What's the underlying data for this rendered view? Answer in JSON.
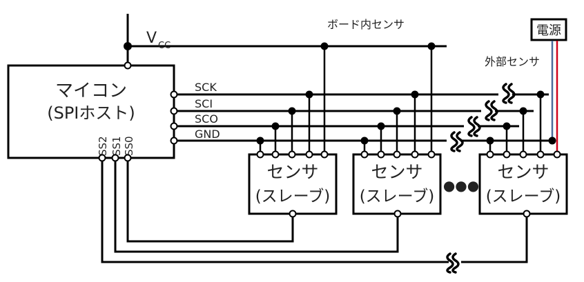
{
  "title": "SPI bus wiring: microcontroller host with on-board and external sensors",
  "labels": {
    "vcc_main": "V",
    "vcc_sub": "CC",
    "board_sensors": "ボード内センサ",
    "external_sensors": "外部センサ",
    "power": "電源",
    "host_line1": "マイコン",
    "host_line2": "(SPIホスト)",
    "ellipsis": "●●●"
  },
  "signals": [
    "SCK",
    "SCI",
    "SCO",
    "GND"
  ],
  "slave_selects": [
    "SS2",
    "SS1",
    "SS0"
  ],
  "sensors": [
    {
      "line1": "センサ",
      "line2": "(スレーブ)"
    },
    {
      "line1": "センサ",
      "line2": "(スレーブ)"
    },
    {
      "line1": "センサ",
      "line2": "(スレーブ)"
    }
  ],
  "colors": {
    "power_positive": "#d0021b",
    "power_negative": "#4a6a9a",
    "wire": "#000000"
  }
}
